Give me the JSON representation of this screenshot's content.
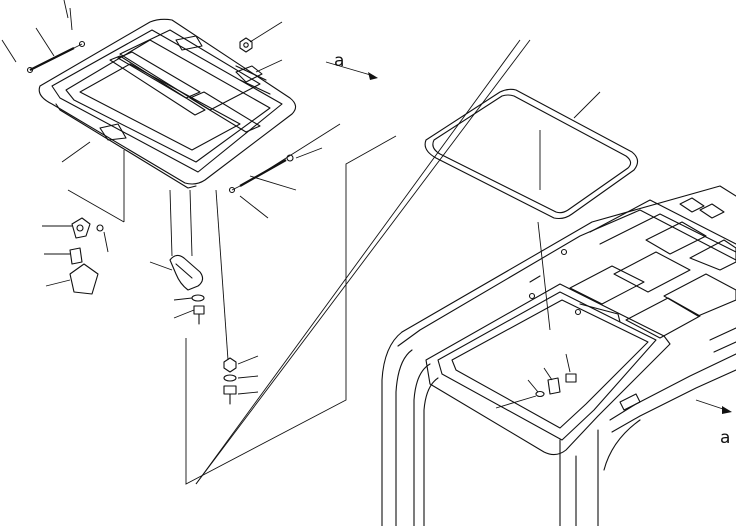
{
  "figure": {
    "view_labels": [
      "a",
      "a"
    ]
  },
  "icons": [
    "roof-hatch-panel",
    "gas-strut",
    "hatch-seal-gasket",
    "handle",
    "lock-latch",
    "bolt",
    "washer",
    "nut",
    "cab-roof-frame",
    "view-arrow"
  ]
}
